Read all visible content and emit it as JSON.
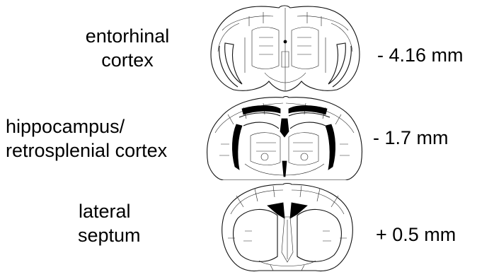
{
  "sections": [
    {
      "label_line1": "entorhinal",
      "label_line2": "cortex",
      "coordinate": "- 4.16 mm"
    },
    {
      "label_line1": "hippocampus/",
      "label_line2": "retrosplenial cortex",
      "coordinate": "- 1.7 mm"
    },
    {
      "label_line1": "lateral",
      "label_line2": "septum",
      "coordinate": "+ 0.5 mm"
    }
  ]
}
